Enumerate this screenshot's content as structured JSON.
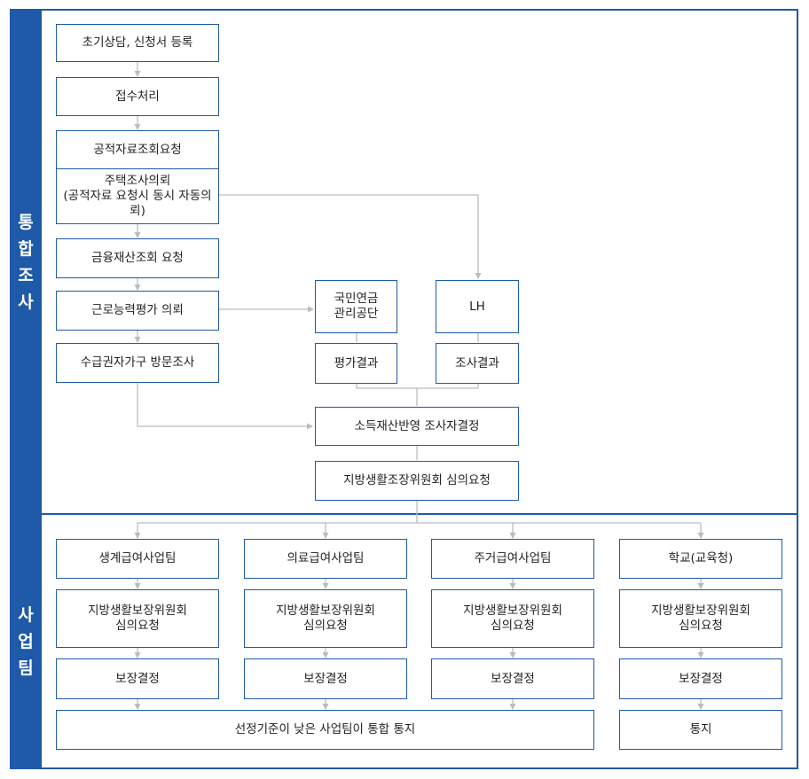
{
  "sections": {
    "integrated_survey": "통합조사",
    "business_team": "사업팀"
  },
  "left_flow": [
    "초기상담, 신청서 등록",
    "접수처리",
    "공적자료조회요청",
    "주택조사의뢰\n(공적자료 요청시 동시 자동의뢰)",
    "금융재산조회 요청",
    "근로능력평가 의뢰",
    "수급권자가구 방문조사"
  ],
  "nps": {
    "label": "국민연금\n관리공단",
    "result": "평가결과"
  },
  "lh": {
    "label": "LH",
    "result": "조사결과"
  },
  "decision": "소득재산반영 조사자결정",
  "committee_request": "지방생활조장위원회 심의요청",
  "teams": [
    {
      "name": "생계급여사업팀",
      "review": "지방생활보장위원회\n심의요청",
      "decision": "보장결정"
    },
    {
      "name": "의료급여사업팀",
      "review": "지방생활보장위원회\n심의요청",
      "decision": "보장결정"
    },
    {
      "name": "주거급여사업팀",
      "review": "지방생활보장위원회\n심의요청",
      "decision": "보장결정"
    },
    {
      "name": "학교(교육청)",
      "review": "지방생활보장위원회\n심의요청",
      "decision": "보장결정"
    }
  ],
  "notice_merged": "선정기준이 낮은 사업팀이 통합 통지",
  "notice_school": "통지"
}
